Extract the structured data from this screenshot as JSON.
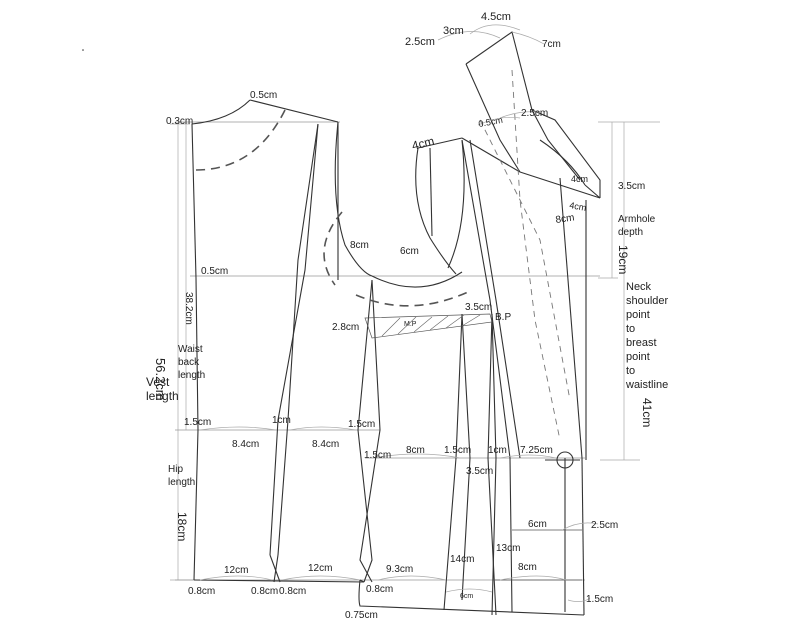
{
  "labels": {
    "l_05_top": "0.5cm",
    "l_03": "0.3cm",
    "l_05_mid": "0.5cm",
    "l_382": "38.2cm",
    "l_waist1": "Waist",
    "l_waist2": "back",
    "l_waist3": "length",
    "l_562": "56.2cm",
    "l_vest1": "Vest",
    "l_vest2": "length",
    "l_15_l": "1.5cm",
    "l_1_l": "1cm",
    "l_84_a": "8.4cm",
    "l_84_b": "8.4cm",
    "l_15_m": "1.5cm",
    "l_hip1": "Hip",
    "l_hip2": "length",
    "l_18": "18cm",
    "l_12_a": "12cm",
    "l_12_b": "12cm",
    "l_08_a": "0.8cm",
    "l_08_b": "0.8cm",
    "l_08_c": "0.8cm",
    "l_8cm_arm": "8cm",
    "l_6cm_arm": "6cm",
    "l_4cm_sh": "4cm",
    "l_28": "2.8cm",
    "l_mp": "M.P",
    "l_35_bp": "3.5cm",
    "l_bp": "B.P",
    "l_15_r": "1.5cm",
    "l_8cm_w": "8cm",
    "l_15_w": "1.5cm",
    "l_1_w": "1cm",
    "l_725": "7.25cm",
    "l_35_w": "3.5cm",
    "l_6cm_lo": "6cm",
    "l_25_lo": "2.5cm",
    "l_13": "13cm",
    "l_14": "14cm",
    "l_93": "9.3cm",
    "l_8cm_b": "8cm",
    "l_08_d": "0.8cm",
    "l_075": "0.75cm",
    "l_6cm_b": "6cm",
    "l_15_b": "1.5cm",
    "l_45": "4.5cm",
    "l_3cm": "3cm",
    "l_25_top": "2.5cm",
    "l_7cm": "7cm",
    "l_05_col": "0.5cm",
    "l_25_col": "2.5cm",
    "l_4cm_a": "4cm",
    "l_4cm_b": "4cm",
    "l_8cm_c": "8cm",
    "l_35_sh": "3.5cm",
    "l_arm1": "Armhole",
    "l_arm2": "depth",
    "l_19": "19cm",
    "l_neck1": "Neck",
    "l_neck2": "shoulder",
    "l_neck3": "point",
    "l_neck4": "to",
    "l_neck5": "breast",
    "l_neck6": "point",
    "l_neck7": "to",
    "l_neck8": "waistline",
    "l_41": "41cm"
  }
}
